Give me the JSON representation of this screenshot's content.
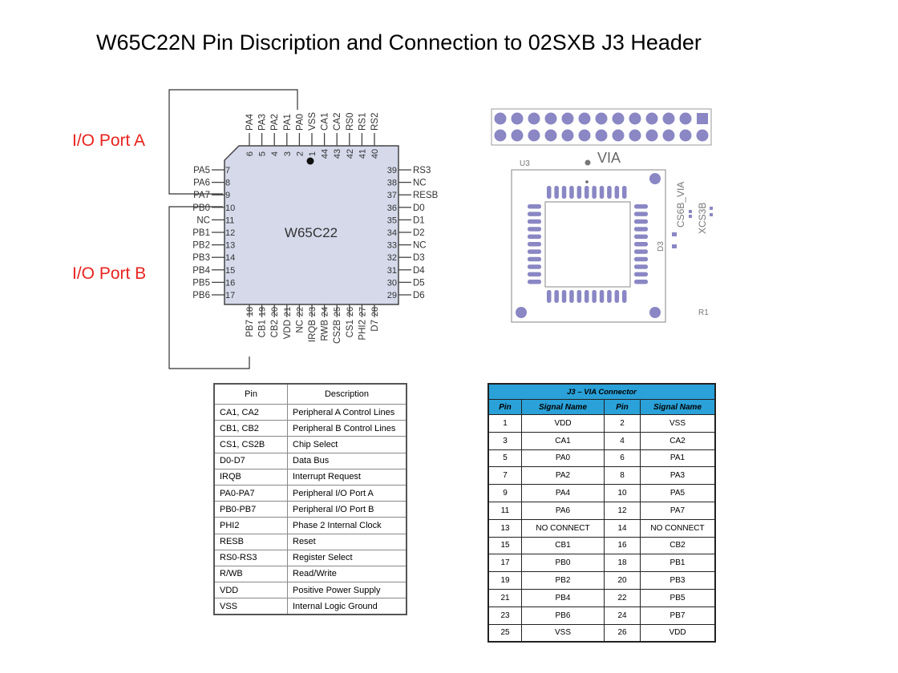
{
  "title": "W65C22N Pin Discription and Connection to 02SXB J3 Header",
  "port_labels": {
    "port_a": "I/O Port A",
    "port_b": "I/O Port B"
  },
  "chip": {
    "name": "W65C22",
    "top_pins": [
      {
        "num": "6",
        "name": "PA4"
      },
      {
        "num": "5",
        "name": "PA3"
      },
      {
        "num": "4",
        "name": "PA2"
      },
      {
        "num": "3",
        "name": "PA1"
      },
      {
        "num": "2",
        "name": "PA0"
      },
      {
        "num": "1",
        "name": "VSS"
      },
      {
        "num": "44",
        "name": "CA1"
      },
      {
        "num": "43",
        "name": "CA2"
      },
      {
        "num": "42",
        "name": "RS0"
      },
      {
        "num": "41",
        "name": "RS1"
      },
      {
        "num": "40",
        "name": "RS2"
      }
    ],
    "left_pins": [
      {
        "num": "7",
        "name": "PA5"
      },
      {
        "num": "8",
        "name": "PA6"
      },
      {
        "num": "9",
        "name": "PA7"
      },
      {
        "num": "10",
        "name": "PB0"
      },
      {
        "num": "11",
        "name": "NC"
      },
      {
        "num": "12",
        "name": "PB1"
      },
      {
        "num": "13",
        "name": "PB2"
      },
      {
        "num": "14",
        "name": "PB3"
      },
      {
        "num": "15",
        "name": "PB4"
      },
      {
        "num": "16",
        "name": "PB5"
      },
      {
        "num": "17",
        "name": "PB6"
      }
    ],
    "right_pins": [
      {
        "num": "39",
        "name": "RS3"
      },
      {
        "num": "38",
        "name": "NC"
      },
      {
        "num": "37",
        "name": "RESB"
      },
      {
        "num": "36",
        "name": "D0"
      },
      {
        "num": "35",
        "name": "D1"
      },
      {
        "num": "34",
        "name": "D2"
      },
      {
        "num": "33",
        "name": "NC"
      },
      {
        "num": "32",
        "name": "D3"
      },
      {
        "num": "31",
        "name": "D4"
      },
      {
        "num": "30",
        "name": "D5"
      },
      {
        "num": "29",
        "name": "D6"
      }
    ],
    "bottom_pins": [
      {
        "num": "18",
        "name": "PB7"
      },
      {
        "num": "19",
        "name": "CB1"
      },
      {
        "num": "20",
        "name": "CB2"
      },
      {
        "num": "21",
        "name": "VDD"
      },
      {
        "num": "22",
        "name": "NC"
      },
      {
        "num": "23",
        "name": "IRQB"
      },
      {
        "num": "24",
        "name": "RWB"
      },
      {
        "num": "25",
        "name": "CS2B"
      },
      {
        "num": "26",
        "name": "CS1"
      },
      {
        "num": "27",
        "name": "PHI2"
      },
      {
        "num": "28",
        "name": "D7"
      }
    ]
  },
  "pcb": {
    "header_label": "VIA",
    "u_label": "U3",
    "rot_label_1": "CS6B_VIA",
    "rot_label_2": "XCS3B",
    "d_label": "D3",
    "r_label": "R1",
    "pad_color": "#8a87c4"
  },
  "desc_table": {
    "headers": [
      "Pin",
      "Description"
    ],
    "rows": [
      [
        "CA1, CA2",
        "Peripheral A Control Lines"
      ],
      [
        "CB1, CB2",
        "Peripheral B Control Lines"
      ],
      [
        "CS1, CS2B",
        "Chip Select"
      ],
      [
        "D0-D7",
        "Data Bus"
      ],
      [
        "IRQB",
        "Interrupt Request"
      ],
      [
        "PA0-PA7",
        "Peripheral I/O Port A"
      ],
      [
        "PB0-PB7",
        "Peripheral I/O Port B"
      ],
      [
        "PHI2",
        "Phase 2 Internal Clock"
      ],
      [
        "RESB",
        "Reset"
      ],
      [
        "RS0-RS3",
        "Register Select"
      ],
      [
        "R/WB",
        "Read/Write"
      ],
      [
        "VDD",
        "Positive Power Supply"
      ],
      [
        "VSS",
        "Internal Logic Ground"
      ]
    ]
  },
  "conn_table": {
    "caption": "J3 – VIA Connector",
    "headers": [
      "Pin",
      "Signal Name",
      "Pin",
      "Signal Name"
    ],
    "rows": [
      [
        "1",
        "VDD",
        "2",
        "VSS"
      ],
      [
        "3",
        "CA1",
        "4",
        "CA2"
      ],
      [
        "5",
        "PA0",
        "6",
        "PA1"
      ],
      [
        "7",
        "PA2",
        "8",
        "PA3"
      ],
      [
        "9",
        "PA4",
        "10",
        "PA5"
      ],
      [
        "11",
        "PA6",
        "12",
        "PA7"
      ],
      [
        "13",
        "NO CONNECT",
        "14",
        "NO CONNECT"
      ],
      [
        "15",
        "CB1",
        "16",
        "CB2"
      ],
      [
        "17",
        "PB0",
        "18",
        "PB1"
      ],
      [
        "19",
        "PB2",
        "20",
        "PB3"
      ],
      [
        "21",
        "PB4",
        "22",
        "PB5"
      ],
      [
        "23",
        "PB6",
        "24",
        "PB7"
      ],
      [
        "25",
        "VSS",
        "26",
        "VDD"
      ]
    ],
    "header_color": "#2aa1d8"
  }
}
